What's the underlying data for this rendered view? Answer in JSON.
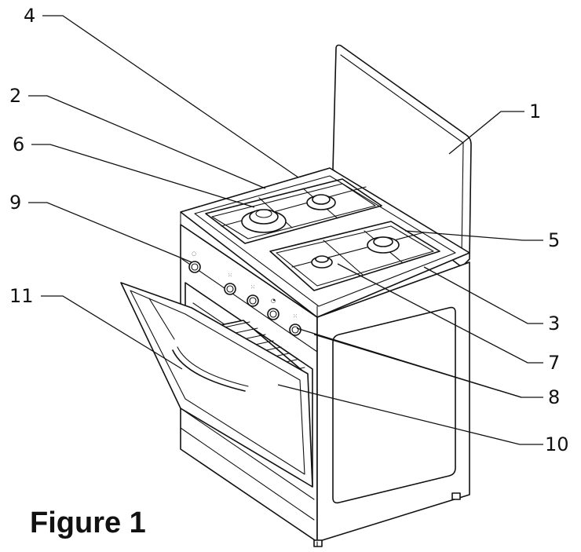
{
  "figure": {
    "caption": "Figure 1"
  },
  "callouts": [
    {
      "id": "1",
      "label": "1"
    },
    {
      "id": "2",
      "label": "2"
    },
    {
      "id": "3",
      "label": "3"
    },
    {
      "id": "4",
      "label": "4"
    },
    {
      "id": "5",
      "label": "5"
    },
    {
      "id": "6",
      "label": "6"
    },
    {
      "id": "7",
      "label": "7"
    },
    {
      "id": "8",
      "label": "8"
    },
    {
      "id": "9",
      "label": "9"
    },
    {
      "id": "10",
      "label": "10"
    },
    {
      "id": "11",
      "label": "11"
    }
  ],
  "knob_symbols": [
    "◌",
    "⁙",
    "⁙",
    "◔",
    "⁙"
  ]
}
